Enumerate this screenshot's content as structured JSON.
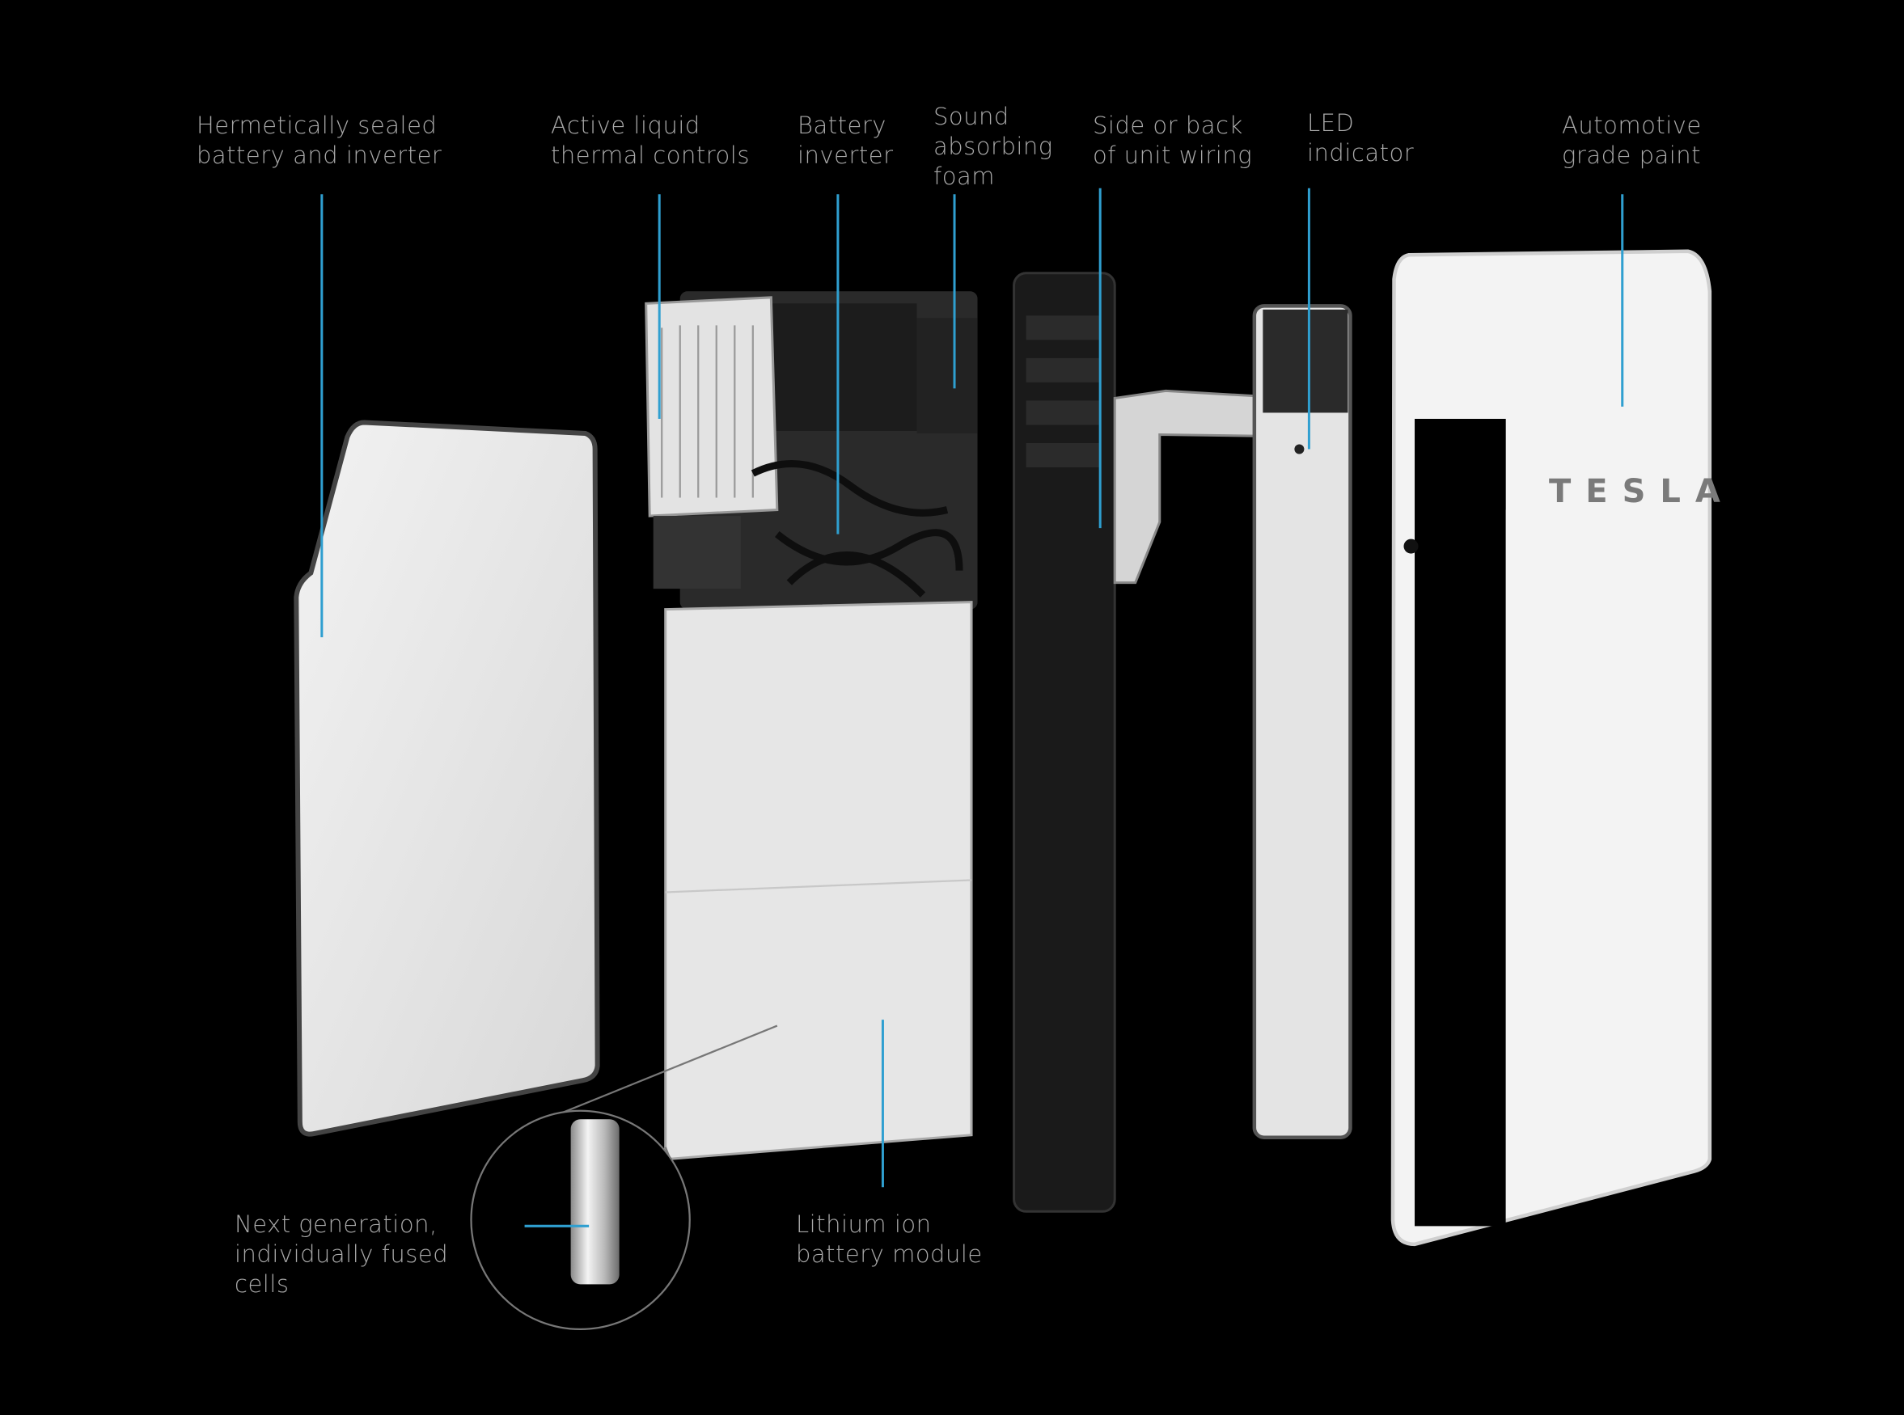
{
  "title": "Powerwall exploded view",
  "colors": {
    "background": "#000000",
    "label_text": "#a9a9a9",
    "leader_line": "#2f9fd0"
  },
  "labels": [
    {
      "id": "sealed",
      "lines": [
        "Hermetically sealed",
        "battery and inverter"
      ]
    },
    {
      "id": "thermal",
      "lines": [
        "Active liquid",
        "thermal controls"
      ]
    },
    {
      "id": "inverter",
      "lines": [
        "Battery",
        "inverter"
      ]
    },
    {
      "id": "foam",
      "lines": [
        "Sound",
        "absorbing",
        "foam"
      ]
    },
    {
      "id": "wiring",
      "lines": [
        "Side or back",
        "of unit wiring"
      ]
    },
    {
      "id": "led",
      "lines": [
        "LED",
        "indicator"
      ]
    },
    {
      "id": "paint",
      "lines": [
        "Automotive",
        "grade paint"
      ]
    },
    {
      "id": "cells",
      "lines": [
        "Next generation,",
        "individually fused",
        "cells"
      ]
    },
    {
      "id": "module",
      "lines": [
        "Lithium ion",
        "battery module"
      ]
    }
  ],
  "brand_logo": "TESLA"
}
